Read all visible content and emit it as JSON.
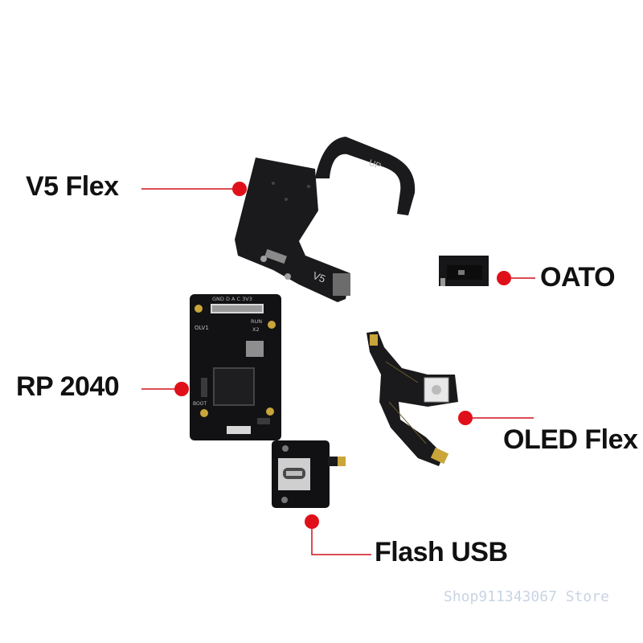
{
  "labels": {
    "v5_flex": "V5 Flex",
    "oato": "OATO",
    "rp2040": "RP 2040",
    "oled_flex": "OLED Flex",
    "flash_usb": "Flash USB"
  },
  "board_text": {
    "flex_up": "UP",
    "flex_v5": "V5",
    "pins": "GND D A C 3V3",
    "brand": "OLV1",
    "run": "RUN",
    "x2": "X2",
    "boot": "BOOT"
  },
  "watermark": "Shop911343067 Store",
  "colors": {
    "marker": "#e0101a",
    "leader": "#d0101a",
    "pcb": "#121214",
    "flex": "#1a1a1c"
  }
}
